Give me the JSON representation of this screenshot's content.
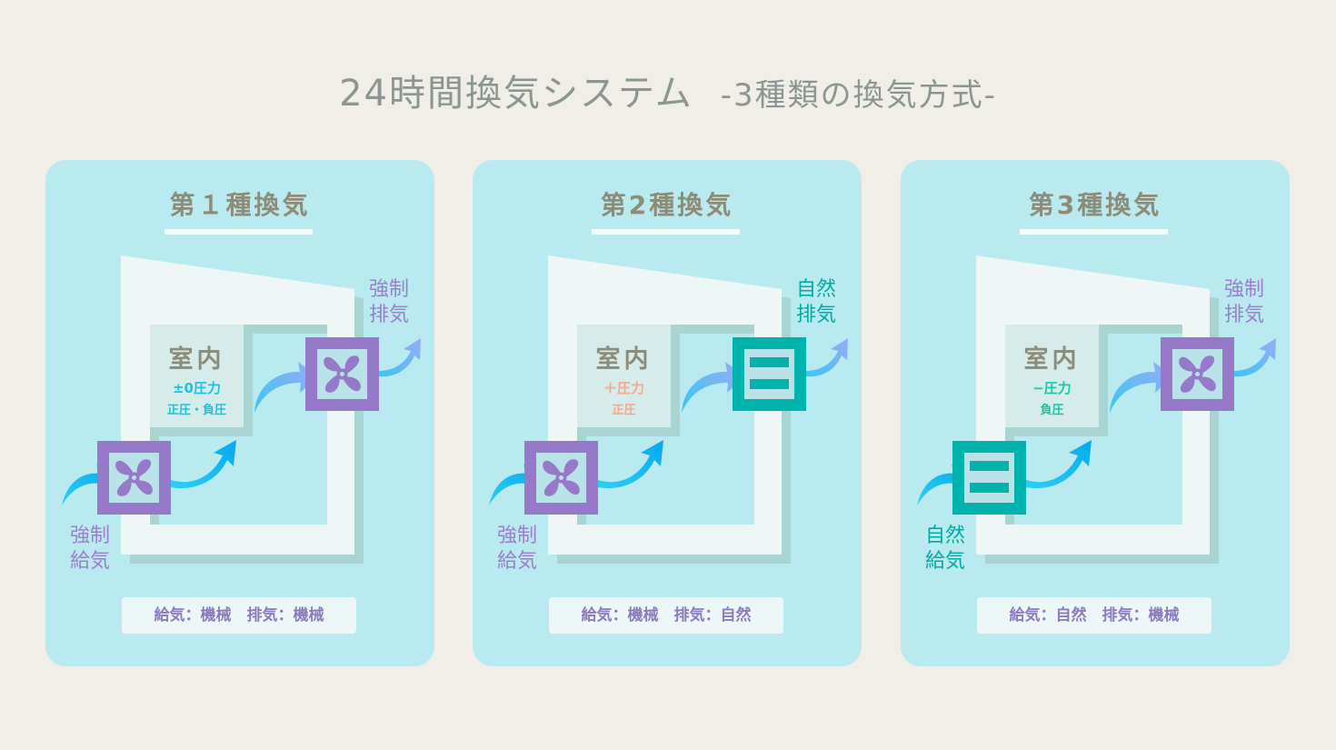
{
  "title": {
    "main": "24時間換気システム",
    "sub": "-3種類の換気方式-"
  },
  "colors": {
    "fan": "#9679c8",
    "vent": "#00b3ad",
    "forced_text": "#9a7fcc",
    "natural_text": "#00aaa5"
  },
  "panels": [
    {
      "title": "第１種換気",
      "room": "室内",
      "pressure": "±0圧力",
      "pressure_note": "正圧・負圧",
      "pressure_color": "#17c3e6",
      "supply_type": "fan",
      "exhaust_type": "fan",
      "supply_label": "強制\n給気",
      "exhaust_label": "強制\n排気",
      "footer": "給気：機械　排気：機械"
    },
    {
      "title": "第2種換気",
      "room": "室内",
      "pressure": "＋圧力",
      "pressure_note": "正圧",
      "pressure_color": "#f5a88a",
      "supply_type": "fan",
      "exhaust_type": "vent",
      "supply_label": "強制\n給気",
      "exhaust_label": "自然\n排気",
      "footer": "給気：機械　排気：自然"
    },
    {
      "title": "第3種換気",
      "room": "室内",
      "pressure": "−圧力",
      "pressure_note": "負圧",
      "pressure_color": "#14c9a8",
      "supply_type": "vent",
      "exhaust_type": "fan",
      "supply_label": "自然\n給気",
      "exhaust_label": "強制\n排気",
      "footer": "給気：自然　排気：機械"
    }
  ]
}
